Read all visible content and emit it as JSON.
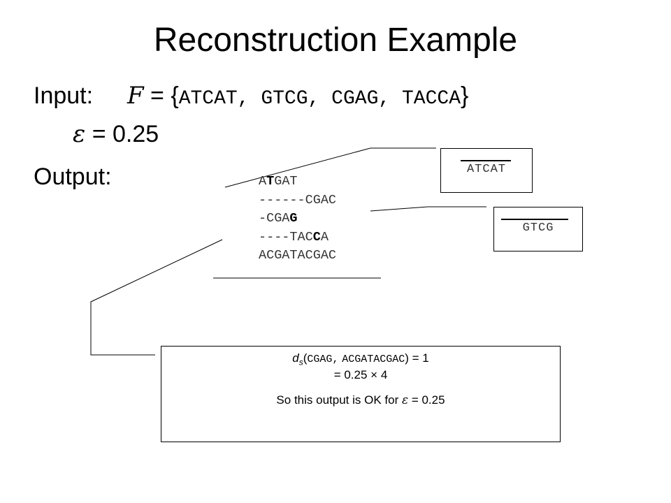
{
  "title": "Reconstruction Example",
  "input": {
    "label": "Input:",
    "set_symbol": "F",
    "equals_open": "= {",
    "strings": [
      "ATCAT",
      "GTCG",
      "CGAG",
      "TACCA"
    ],
    "separator": ", ",
    "close": "}"
  },
  "epsilon": {
    "symbol": "ε",
    "equals": "=",
    "value": "0.25"
  },
  "output": {
    "label": "Output:"
  },
  "alignment": {
    "rows": [
      {
        "pre": "A",
        "bold": "T",
        "post": "GAT"
      },
      {
        "pre": "------CGAC",
        "bold": "",
        "post": ""
      },
      {
        "pre": "-CGA",
        "bold": "G",
        "post": ""
      },
      {
        "pre": "----TAC",
        "bold": "C",
        "post": "A"
      },
      {
        "pre": "ACGATACGAC",
        "bold": "",
        "post": ""
      }
    ]
  },
  "callouts": {
    "atcat": "ATCAT",
    "gtcg": "GTCG"
  },
  "result": {
    "dist_symbol": "d",
    "dist_subscript": "s",
    "open_paren": "(",
    "arg1": "CGAG",
    "comma": ",",
    "arg2": "ACGATACGAC",
    "close_paren": ")",
    "equals_value": "= 1",
    "line2": "= 0.25 × 4",
    "line3_pre": "So this output is OK for",
    "line3_eps": "ε",
    "line3_post": "= 0.25"
  }
}
